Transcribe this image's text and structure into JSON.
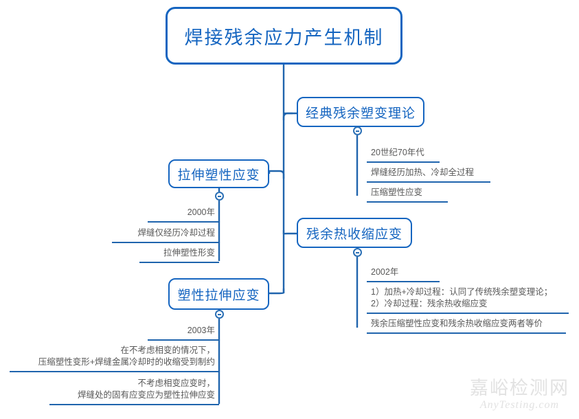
{
  "colors": {
    "line": "#1f64ad",
    "node_border": "#1565c0",
    "node_text": "#1565c0",
    "leaf_text": "#585858",
    "background": "#ffffff",
    "watermark": "#e2e2e2"
  },
  "root": {
    "label": "焊接残余应力产生机制"
  },
  "branches": [
    {
      "id": "classic-residual-plastic-strain-theory",
      "label": "经典残余塑变理论",
      "side": "right",
      "children": [
        "20世纪70年代",
        "焊缝经历加热、冷却全过程",
        "压缩塑性应变"
      ]
    },
    {
      "id": "tensile-plastic-strain",
      "label": "拉伸塑性应变",
      "side": "left",
      "children": [
        "2000年",
        "焊缝仅经历冷却过程",
        "拉伸塑性形变"
      ]
    },
    {
      "id": "residual-thermal-shrinkage-strain",
      "label": "残余热收缩应变",
      "side": "right",
      "children": [
        "2002年",
        "1）加热+冷却过程：认同了传统残余塑变理论；\n2）冷却过程：残余热收缩应变",
        "残余压缩塑性应变和残余热收缩应变两者等价"
      ]
    },
    {
      "id": "plastic-tensile-strain",
      "label": "塑性拉伸应变",
      "side": "left",
      "children": [
        "2003年",
        "在不考虑相变的情况下，\n压缩塑性变形+焊缝金属冷却时的收缩受到制约",
        "不考虑相变应变时，\n焊缝处的固有应变应为塑性拉伸应变"
      ]
    }
  ],
  "toggles": {
    "icon": "collapse-minus-icon",
    "label": "−"
  },
  "watermark": {
    "cn": "嘉峪检测网",
    "en": "AnyTesting.com"
  }
}
